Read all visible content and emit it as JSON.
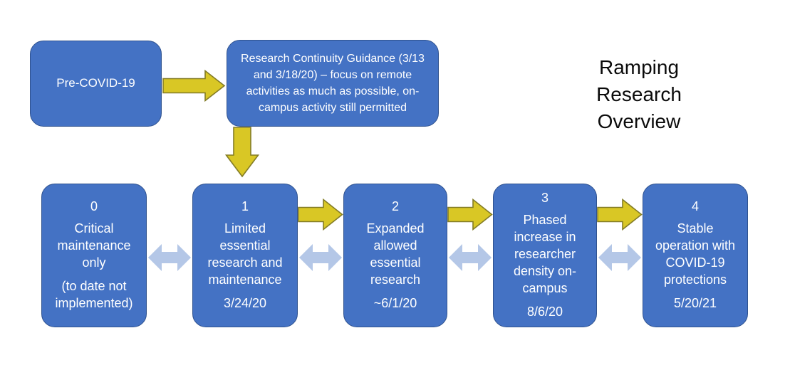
{
  "title": "Ramping Research Overview",
  "colors": {
    "box_blue": "#4472C4",
    "box_border_blue": "#2F528F",
    "arrow_yellow_fill": "#D9C725",
    "arrow_yellow_border": "#837C26",
    "arrow_lavender": "#B4C7E7",
    "text_white": "#FFFFFF",
    "title_black": "#0B0B0B"
  },
  "top_flow": {
    "pre_covid_label": "Pre-COVID-19",
    "guidance_text": "Research Continuity Guidance (3/13 and 3/18/20) – focus on remote activities as much as possible, on-campus activity still permitted"
  },
  "phases": [
    {
      "number": "0",
      "description": "Critical maintenance only",
      "note": "(to date not implemented)"
    },
    {
      "number": "1",
      "description": "Limited essential research and maintenance",
      "date": "3/24/20"
    },
    {
      "number": "2",
      "description": "Expanded allowed essential research",
      "date": "~6/1/20"
    },
    {
      "number": "3",
      "description": "Phased increase in researcher density on-campus",
      "date": "8/6/20"
    },
    {
      "number": "4",
      "description": "Stable operation with COVID-19 protections",
      "date": "5/20/21"
    }
  ]
}
